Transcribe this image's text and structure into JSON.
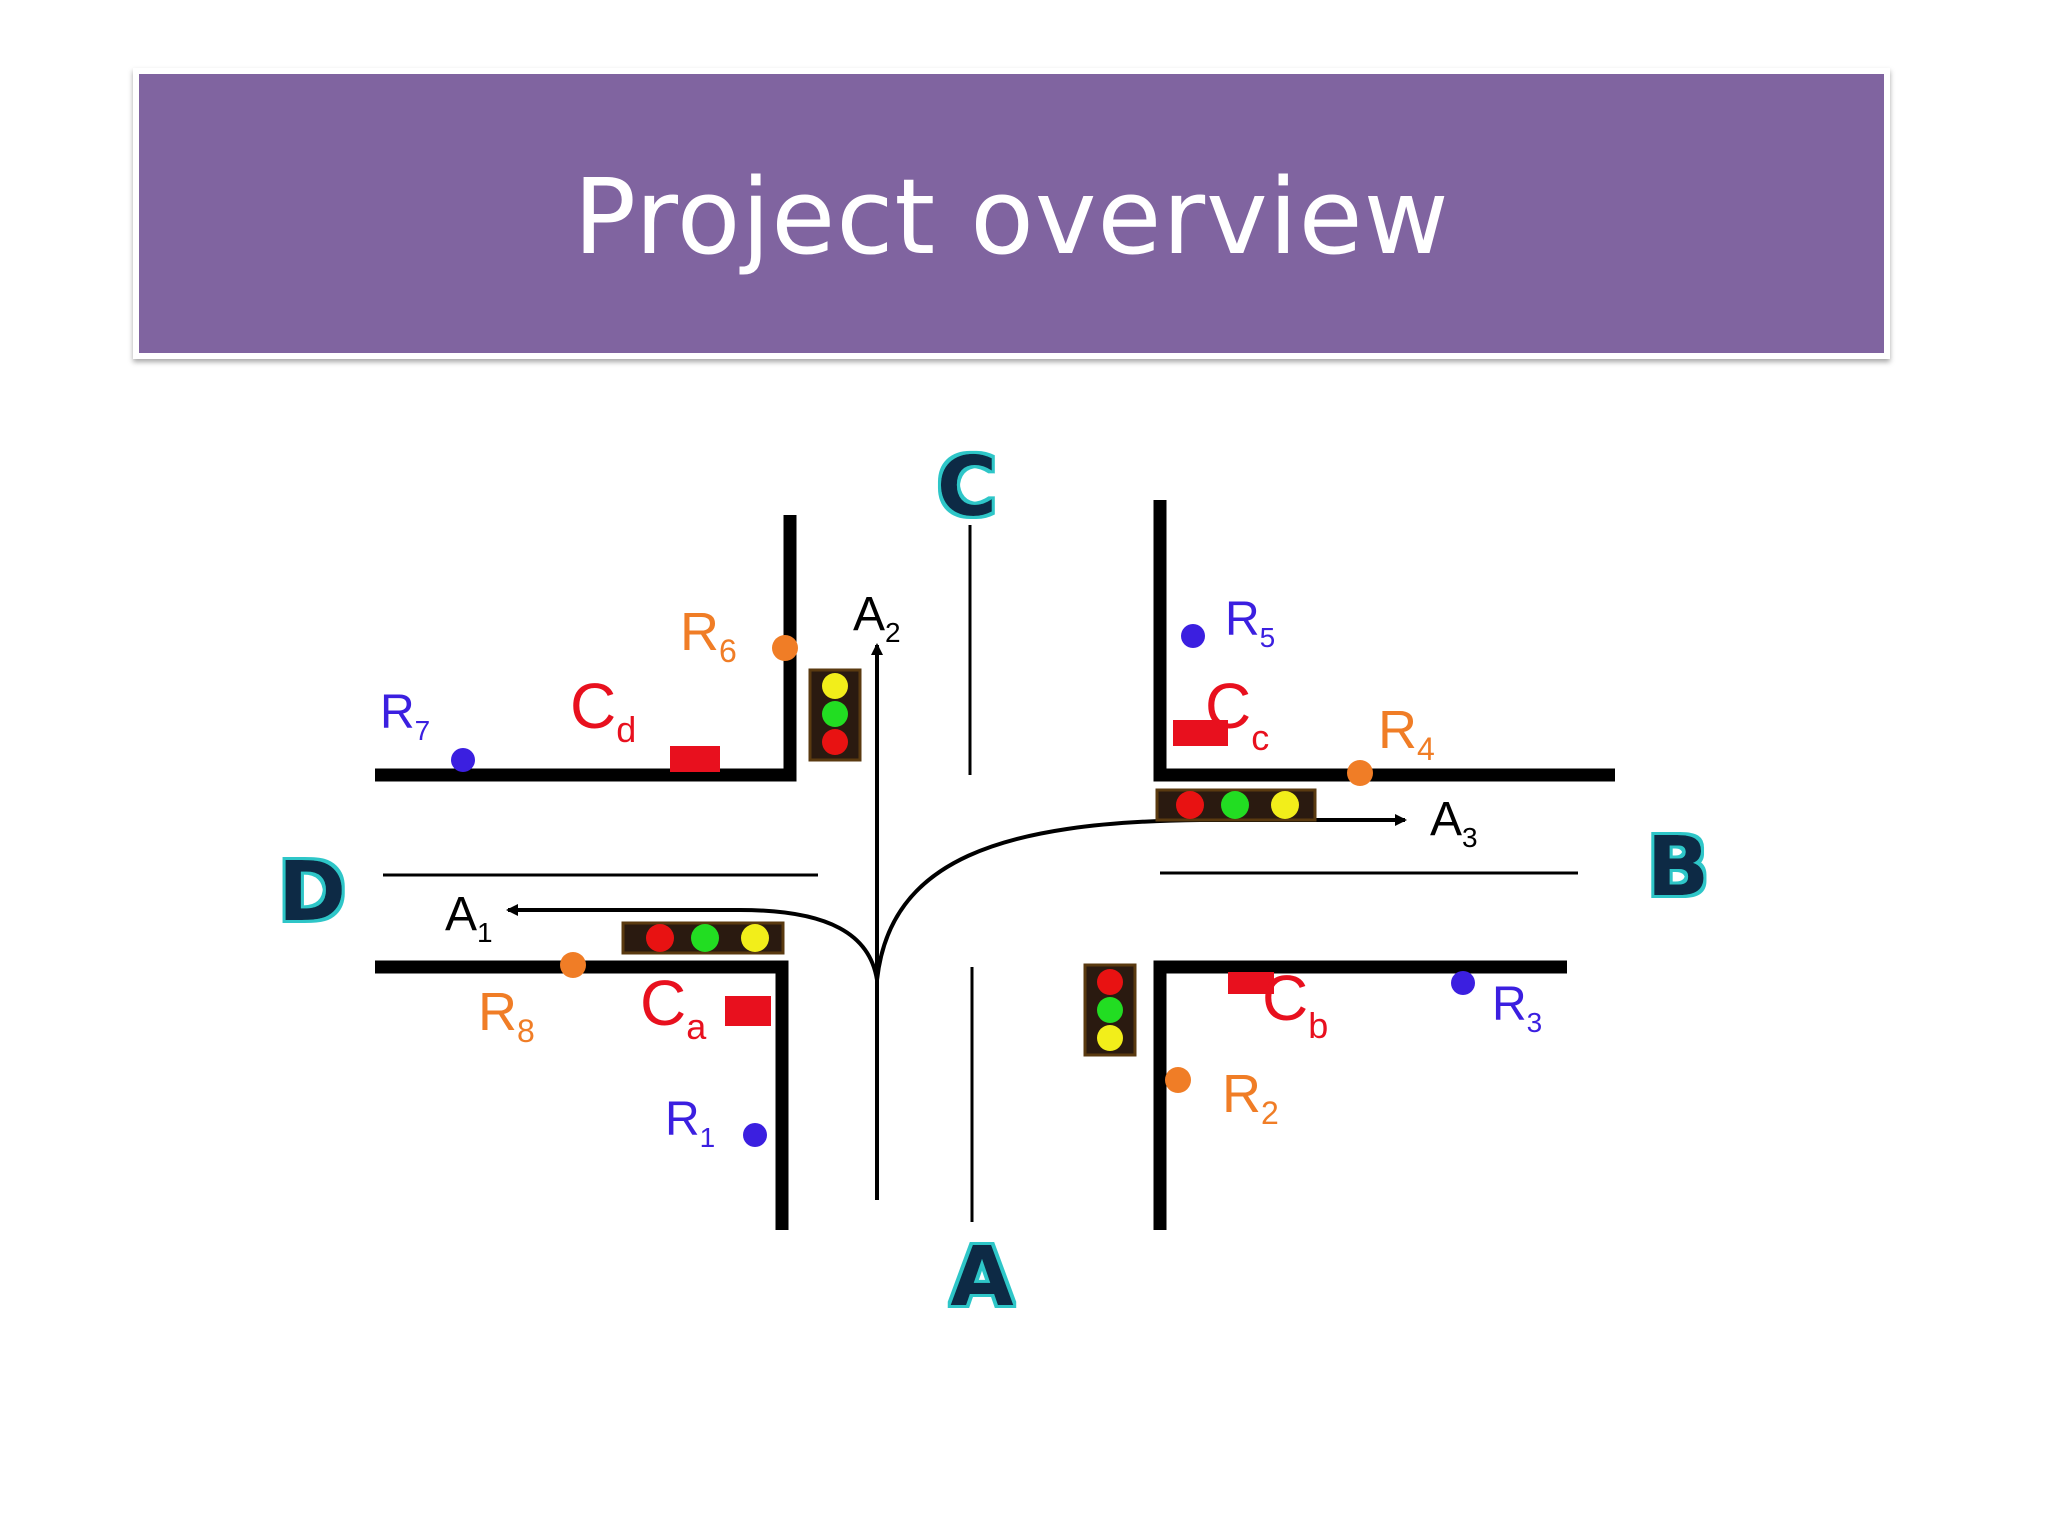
{
  "slide": {
    "title": "Project overview"
  },
  "diagram": {
    "directions": {
      "a": "A",
      "b": "B",
      "c": "C",
      "d": "D"
    },
    "arrows": {
      "a1": {
        "base": "A",
        "sub": "1"
      },
      "a2": {
        "base": "A",
        "sub": "2"
      },
      "a3": {
        "base": "A",
        "sub": "3"
      }
    },
    "sensors": {
      "r1": {
        "base": "R",
        "sub": "1"
      },
      "r2": {
        "base": "R",
        "sub": "2"
      },
      "r3": {
        "base": "R",
        "sub": "3"
      },
      "r4": {
        "base": "R",
        "sub": "4"
      },
      "r5": {
        "base": "R",
        "sub": "5"
      },
      "r6": {
        "base": "R",
        "sub": "6"
      },
      "r7": {
        "base": "R",
        "sub": "7"
      },
      "r8": {
        "base": "R",
        "sub": "8"
      }
    },
    "cameras": {
      "ca": {
        "base": "C",
        "sub": "a"
      },
      "cb": {
        "base": "C",
        "sub": "b"
      },
      "cc": {
        "base": "C",
        "sub": "c"
      },
      "cd": {
        "base": "C",
        "sub": "d"
      }
    },
    "colors": {
      "title_bar": "#8064a0",
      "orange_sensor": "#f07d26",
      "blue_sensor": "#3b1fe0",
      "camera_red": "#e8101e",
      "light_red": "#e81212",
      "light_green": "#22dd22",
      "light_yellow": "#f2ee1a",
      "direction_fill": "#0b2a45",
      "direction_glow": "#2fc6c8"
    }
  }
}
